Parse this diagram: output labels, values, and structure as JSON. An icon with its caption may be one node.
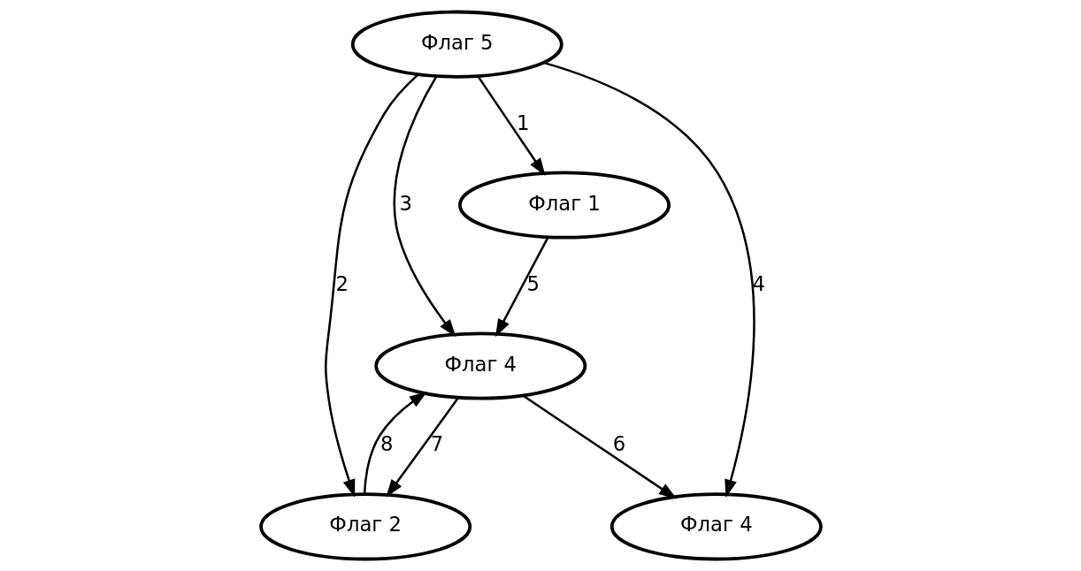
{
  "diagram": {
    "nodes": [
      {
        "text": [
          "Флаг 1"
        ]
      },
      {
        "text": [
          "Флаг 5"
        ]
      },
      {
        "text": [
          "Флаг 2"
        ]
      },
      {
        "text": [
          "Флаг 4"
        ]
      },
      {
        "text": [
          "Флаг 4"
        ]
      }
    ],
    "edges": [
      {
        "from": 1,
        "to": 0,
        "arrow": "to",
        "label": "1"
      },
      {
        "from": 1,
        "to": 2,
        "arrow": "to",
        "label": "2"
      },
      {
        "from": 1,
        "to": 4,
        "arrow": "to",
        "label": "3"
      },
      {
        "from": 1,
        "to": 3,
        "arrow": "to",
        "label": "4"
      },
      {
        "from": 0,
        "to": 4,
        "arrow": "to",
        "label": "5"
      },
      {
        "from": 4,
        "to": 3,
        "arrow": "to",
        "label": "6"
      },
      {
        "from": 4,
        "to": 2,
        "arrow": "to",
        "label": "7"
      },
      {
        "from": 2,
        "to": 4,
        "arrow": "to",
        "label": "8"
      }
    ]
  }
}
